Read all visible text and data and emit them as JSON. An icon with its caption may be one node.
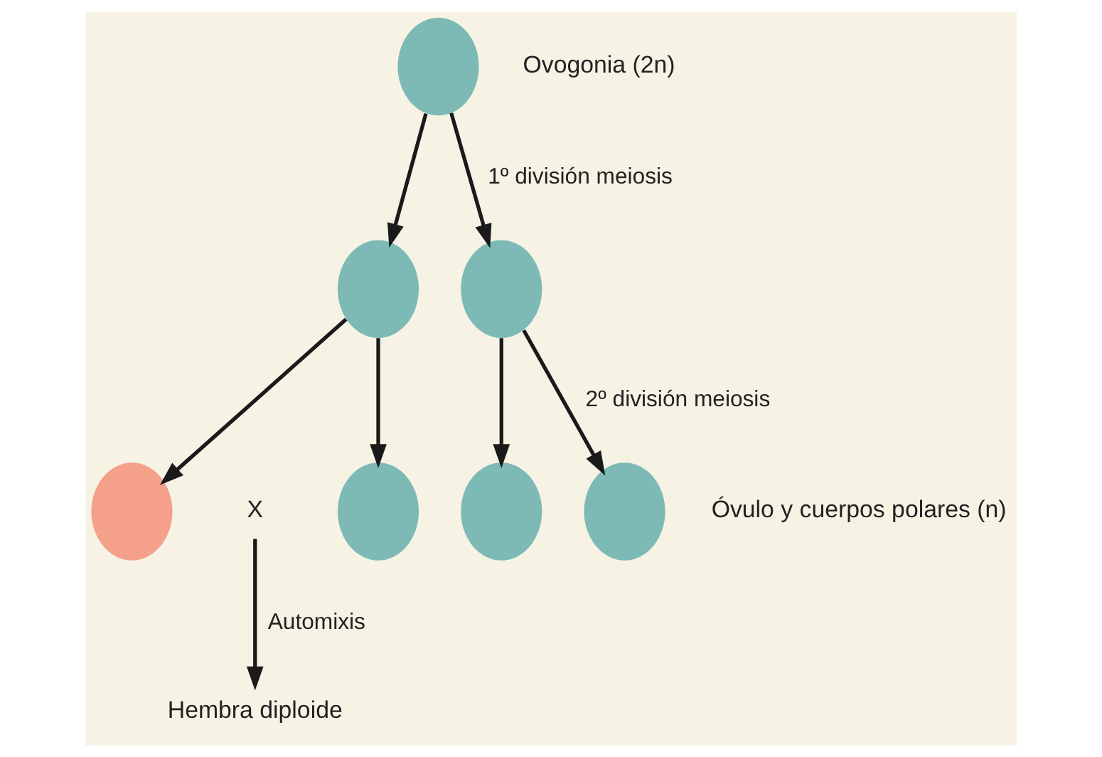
{
  "diagram": {
    "nodes": [
      {
        "text": [],
        "shape": "circle",
        "beside": [
          "Ovogonia (2n)"
        ]
      },
      {
        "text": [],
        "shape": "circle"
      },
      {
        "text": [],
        "shape": "circle"
      },
      {
        "text": [],
        "shape": "circle"
      },
      {
        "text": [
          "X"
        ]
      },
      {
        "text": [],
        "shape": "circle"
      },
      {
        "text": [],
        "shape": "circle"
      },
      {
        "text": [],
        "shape": "circle",
        "beside": [
          "Óvulo y cuerpos polares (n)"
        ]
      },
      {
        "text": [
          "Hembra diploide"
        ]
      }
    ],
    "edges": [
      {
        "from": 0,
        "to": 1,
        "arrow": "to"
      },
      {
        "from": 0,
        "to": 2,
        "arrow": "to",
        "label": "1º división meiosis"
      },
      {
        "from": 1,
        "to": 3,
        "arrow": "to"
      },
      {
        "from": 1,
        "to": 5,
        "arrow": "to"
      },
      {
        "from": 2,
        "to": 6,
        "arrow": "to"
      },
      {
        "from": 2,
        "to": 7,
        "arrow": "to",
        "label": "2º división meiosis"
      },
      {
        "from": 4,
        "to": 8,
        "arrow": "to",
        "label": "Automixis"
      }
    ]
  }
}
